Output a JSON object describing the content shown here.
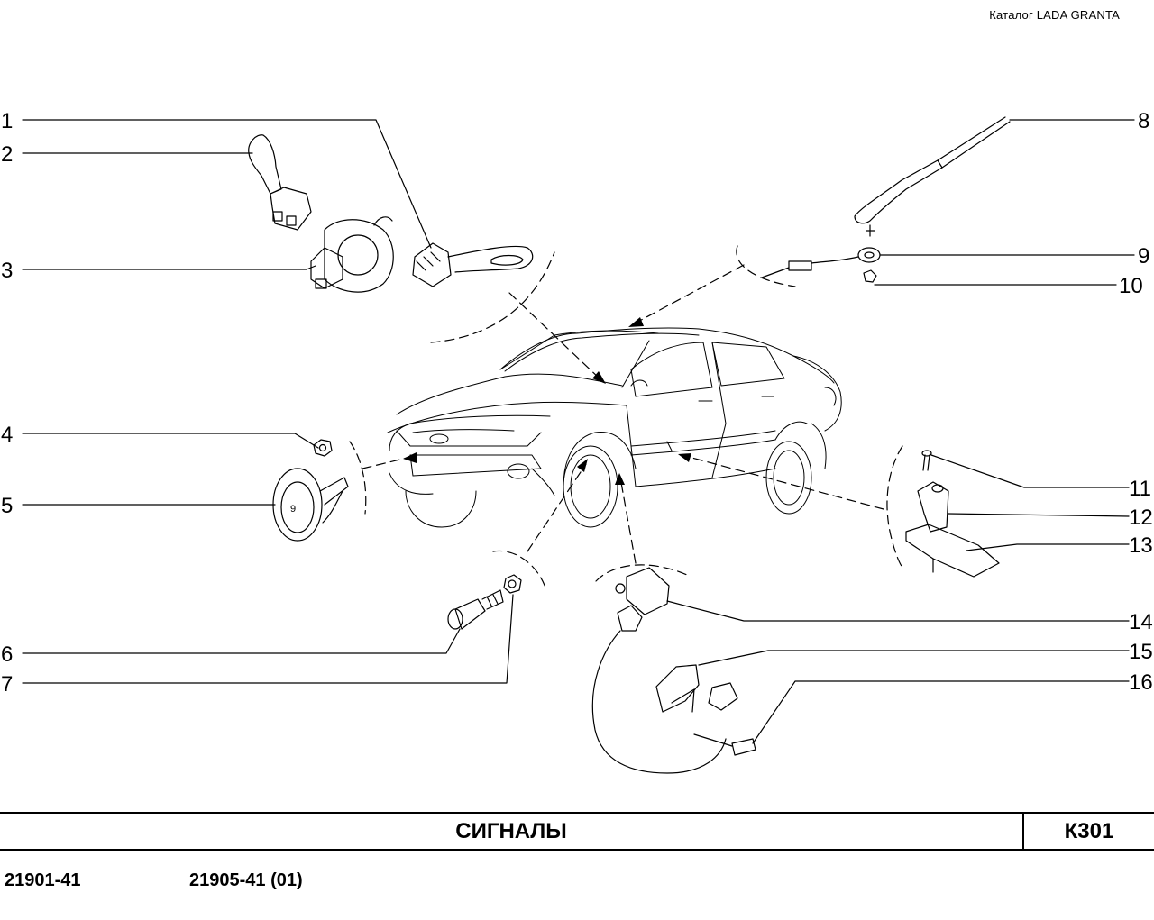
{
  "header": {
    "catalog_label": "Каталог  LADA  GRANTA"
  },
  "callouts": [
    "1",
    "2",
    "3",
    "4",
    "5",
    "6",
    "7",
    "8",
    "9",
    "10",
    "11",
    "12",
    "13",
    "14",
    "15",
    "16"
  ],
  "footer": {
    "title": "СИГНАЛЫ",
    "sheet_code": "К301",
    "model_codes": [
      "21901-41",
      "21905-41 (01)"
    ]
  },
  "colors": {
    "ink": "#000000",
    "background": "#ffffff"
  },
  "parts_icons": [
    "stalk-switch-icon",
    "steering-column-switch-icon",
    "horn-icon",
    "nut-icon",
    "brake-light-switch-icon",
    "antenna-icon",
    "trunk-switch-icon",
    "car-outline-icon"
  ]
}
